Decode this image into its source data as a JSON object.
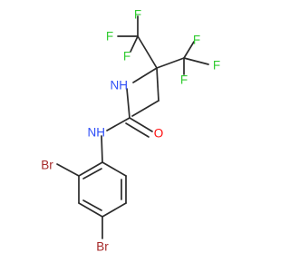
{
  "molecule": {
    "atoms": [
      {
        "id": "F1",
        "element": "F",
        "label": "F",
        "color": "#33cc33"
      },
      {
        "id": "F2",
        "element": "F",
        "label": "F",
        "color": "#33cc33"
      },
      {
        "id": "F3",
        "element": "F",
        "label": "F",
        "color": "#33cc33"
      },
      {
        "id": "F4",
        "element": "F",
        "label": "F",
        "color": "#33cc33"
      },
      {
        "id": "F5",
        "element": "F",
        "label": "F",
        "color": "#33cc33"
      },
      {
        "id": "F6",
        "element": "F",
        "label": "F",
        "color": "#33cc33"
      },
      {
        "id": "N1",
        "element": "N",
        "label": "NH",
        "color": "#3050f8"
      },
      {
        "id": "N2",
        "element": "N",
        "label": "NH",
        "color": "#3050f8"
      },
      {
        "id": "O1",
        "element": "O",
        "label": "O",
        "color": "#ff0d0d"
      },
      {
        "id": "Br1",
        "element": "Br",
        "label": "Br",
        "color": "#a62929"
      },
      {
        "id": "Br2",
        "element": "Br",
        "label": "Br",
        "color": "#a62929"
      }
    ]
  }
}
